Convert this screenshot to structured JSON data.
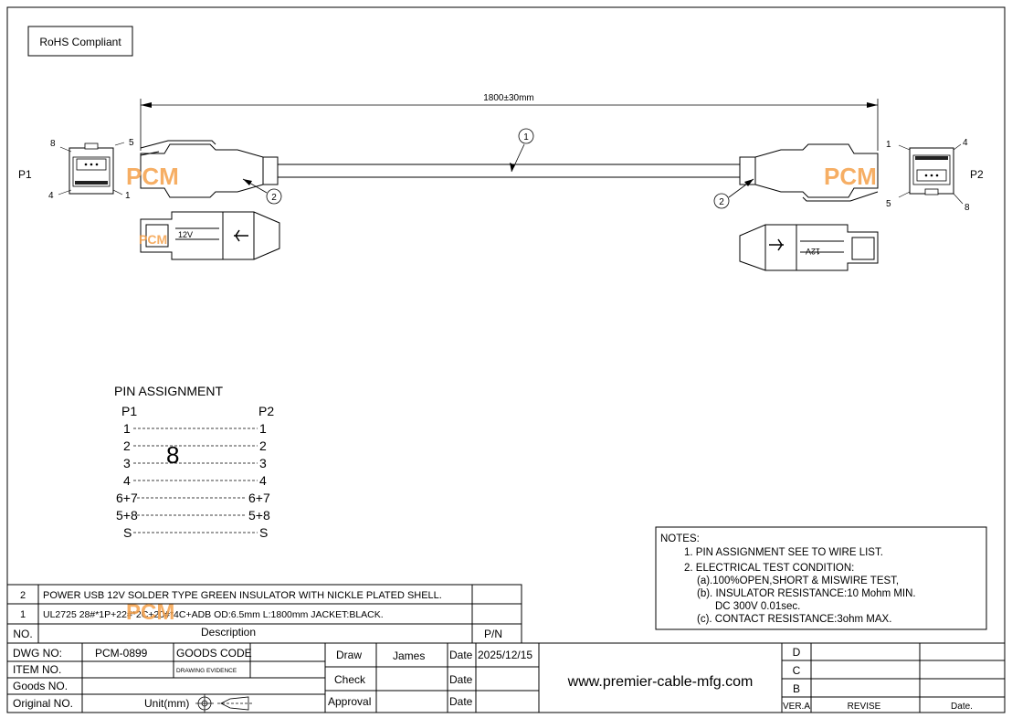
{
  "rohs": "RoHS Compliant",
  "length_dim": "1800±30mm",
  "balloons": [
    "1",
    "2",
    "2"
  ],
  "logo": "PCM",
  "connector_label": "12V",
  "p1": {
    "label": "P1",
    "pins": [
      "8",
      "5",
      "4",
      "1"
    ]
  },
  "p2": {
    "label": "P2",
    "pins": [
      "1",
      "4",
      "5",
      "8"
    ]
  },
  "pin_assignment": {
    "title": "PIN  ASSIGNMENT",
    "head_left": "P1",
    "head_right": "P2",
    "rows": [
      {
        "left": "1",
        "right": "1"
      },
      {
        "left": "2",
        "right": "2"
      },
      {
        "left": "3",
        "right": "3"
      },
      {
        "left": "4",
        "right": "4"
      },
      {
        "left": "6+7",
        "right": "6+7"
      },
      {
        "left": "5+8",
        "right": "5+8"
      },
      {
        "left": "S",
        "right": "S"
      }
    ],
    "twist_mark": "8"
  },
  "notes": {
    "title": "NOTES:",
    "lines": [
      "1. PIN ASSIGNMENT SEE TO WIRE LIST.",
      "2. ELECTRICAL TEST CONDITION:",
      "(a).100%OPEN,SHORT & MISWIRE TEST,",
      "(b). INSULATOR RESISTANCE:10 Mohm MIN.",
      "DC 300V 0.01sec.",
      "(c). CONTACT RESISTANCE:3ohm MAX."
    ]
  },
  "bom": {
    "rows": [
      {
        "no": "2",
        "desc": "POWER USB 12V SOLDER TYPE GREEN INSULATOR WITH NICKLE PLATED SHELL.",
        "pn": ""
      },
      {
        "no": "1",
        "desc": "UL2725 28#*1P+22#*2C+20#*4C+ADB OD:6.5mm L:1800mm JACKET:BLACK.",
        "pn": ""
      }
    ],
    "head_no": "NO.",
    "head_desc": "Description",
    "head_pn": "P/N"
  },
  "title_block": {
    "dwg_no_label": "DWG NO:",
    "dwg_no": "PCM-0899",
    "goods_code_label": "GOODS CODE",
    "drawing_evidence": "DRAWING EVIDENCE",
    "item_no_label": "ITEM NO.",
    "goods_no_label": "Goods NO.",
    "original_no_label": "Original NO.",
    "unit_label": "Unit(mm)",
    "draw_label": "Draw",
    "draw_name": "James",
    "check_label": "Check",
    "approval_label": "Approval",
    "date_label": "Date",
    "draw_date": "2025/12/15",
    "website": "www.premier-cable-mfg.com",
    "rev_letters": [
      "D",
      "C",
      "B"
    ],
    "ver_label": "VER.A",
    "revise_label": "REVISE",
    "date_col_label": "Date."
  }
}
